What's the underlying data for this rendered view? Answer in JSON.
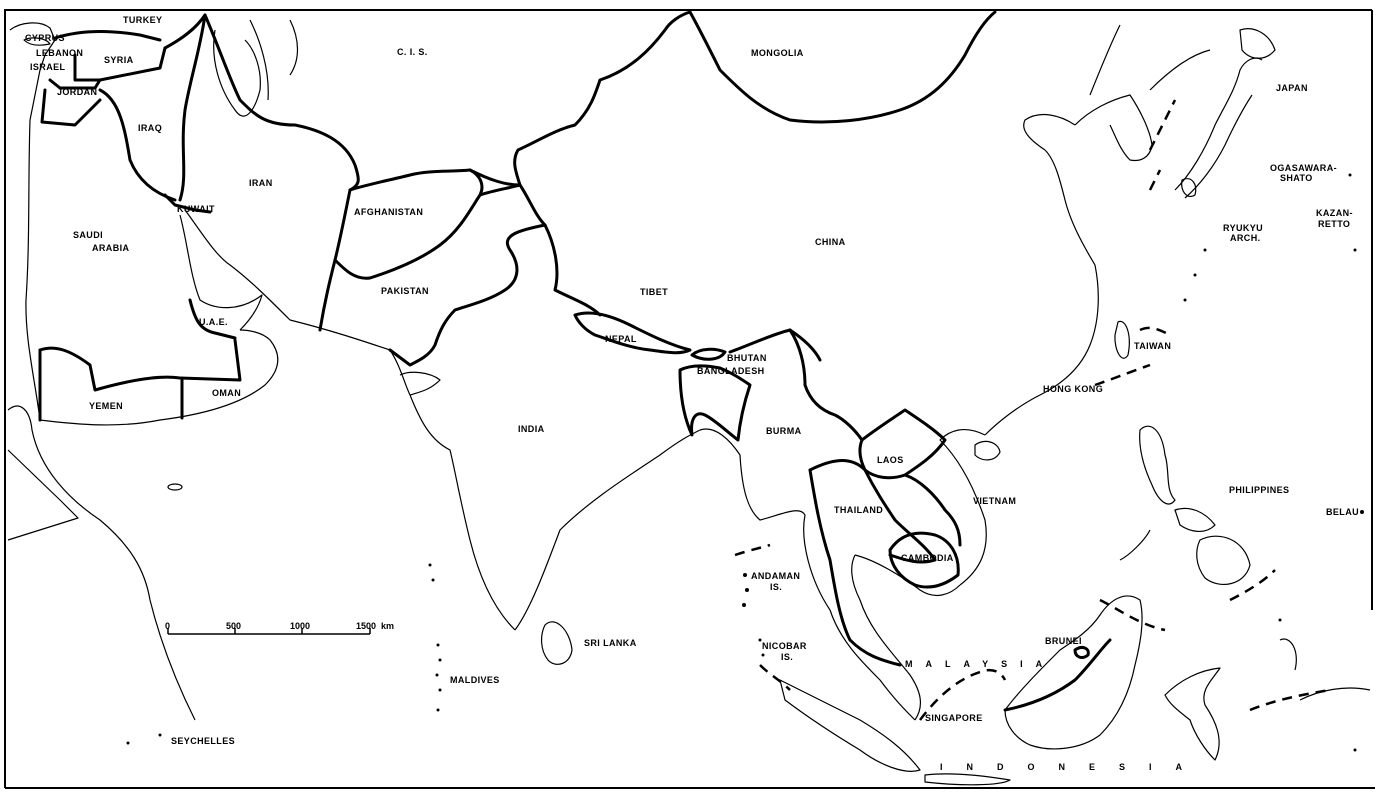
{
  "map": {
    "colors": {
      "ink": "#000000",
      "land": "#ffffff",
      "sea": "#ffffff"
    },
    "countries": {
      "turkey": "TURKEY",
      "cyprus": "CYPRUS",
      "lebanon": "LEBANON",
      "israel": "ISRAEL",
      "syria": "SYRIA",
      "jordan": "JORDAN",
      "iraq": "IRAQ",
      "iran": "IRAN",
      "kuwait": "KUWAIT",
      "saudi_arabia_1": "SAUDI",
      "saudi_arabia_2": "ARABIA",
      "uae": "U.A.E.",
      "oman": "OMAN",
      "yemen": "YEMEN",
      "cis": "C. I. S.",
      "mongolia": "MONGOLIA",
      "afghanistan": "AFGHANISTAN",
      "pakistan": "PAKISTAN",
      "china": "CHINA",
      "tibet": "TIBET",
      "nepal": "NEPAL",
      "bhutan": "BHUTAN",
      "bangladesh": "BANGLADESH",
      "india": "INDIA",
      "burma": "BURMA",
      "laos": "LAOS",
      "thailand": "THAILAND",
      "cambodia": "CAMBODIA",
      "vietnam": "VIETNAM",
      "sri_lanka": "SRI LANKA",
      "maldives": "MALDIVES",
      "seychelles": "SEYCHELLES",
      "andaman_1": "ANDAMAN",
      "andaman_2": "IS.",
      "nicobar_1": "NICOBAR",
      "nicobar_2": "IS.",
      "malaysia": "MALAYSIA",
      "singapore": "SINGAPORE",
      "brunei": "BRUNEI",
      "indonesia": "INDONESIA",
      "philippines": "PHILIPPINES",
      "belau": "BELAU",
      "taiwan": "TAIWAN",
      "hong_kong": "HONG KONG",
      "japan": "JAPAN",
      "ogasawara_1": "OGASAWARA-",
      "ogasawara_2": "SHATO",
      "ryukyu_1": "RYUKYU",
      "ryukyu_2": "ARCH.",
      "kazan_1": "KAZAN-",
      "kazan_2": "RETTO"
    },
    "scale": {
      "ticks": [
        "0",
        "500",
        "1000",
        "1500"
      ],
      "unit": "km"
    }
  }
}
